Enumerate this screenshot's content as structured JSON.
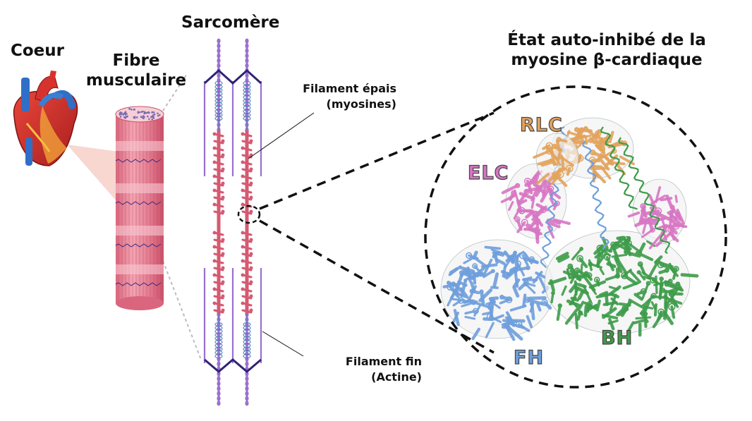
{
  "labels": {
    "coeur": "Coeur",
    "fibre_line1": "Fibre",
    "fibre_line2": "musculaire",
    "sarcomere": "Sarcomère",
    "thick_line1": "Filament épais",
    "thick_line2": "(myosines)",
    "thin_line1": "Filament fin",
    "thin_line2": "(Actine)",
    "state_line1": "État auto-inhibé de la",
    "state_line2": "myosine β-cardiaque"
  },
  "chains": {
    "rlc": {
      "label": "RLC",
      "color": "#e3a35c"
    },
    "elc": {
      "label": "ELC",
      "color": "#d876c4"
    },
    "fh": {
      "label": "FH",
      "color": "#6f9fdc"
    },
    "bh": {
      "label": "BH",
      "color": "#3e9c4a"
    }
  },
  "colors": {
    "heart_red": "#d8322c",
    "heart_blue": "#2f6fc7",
    "fiber_pink": "#e9879a",
    "myosin": "#d45a72",
    "actin": "#9a6fd0",
    "zdisc": "#2e2378"
  }
}
